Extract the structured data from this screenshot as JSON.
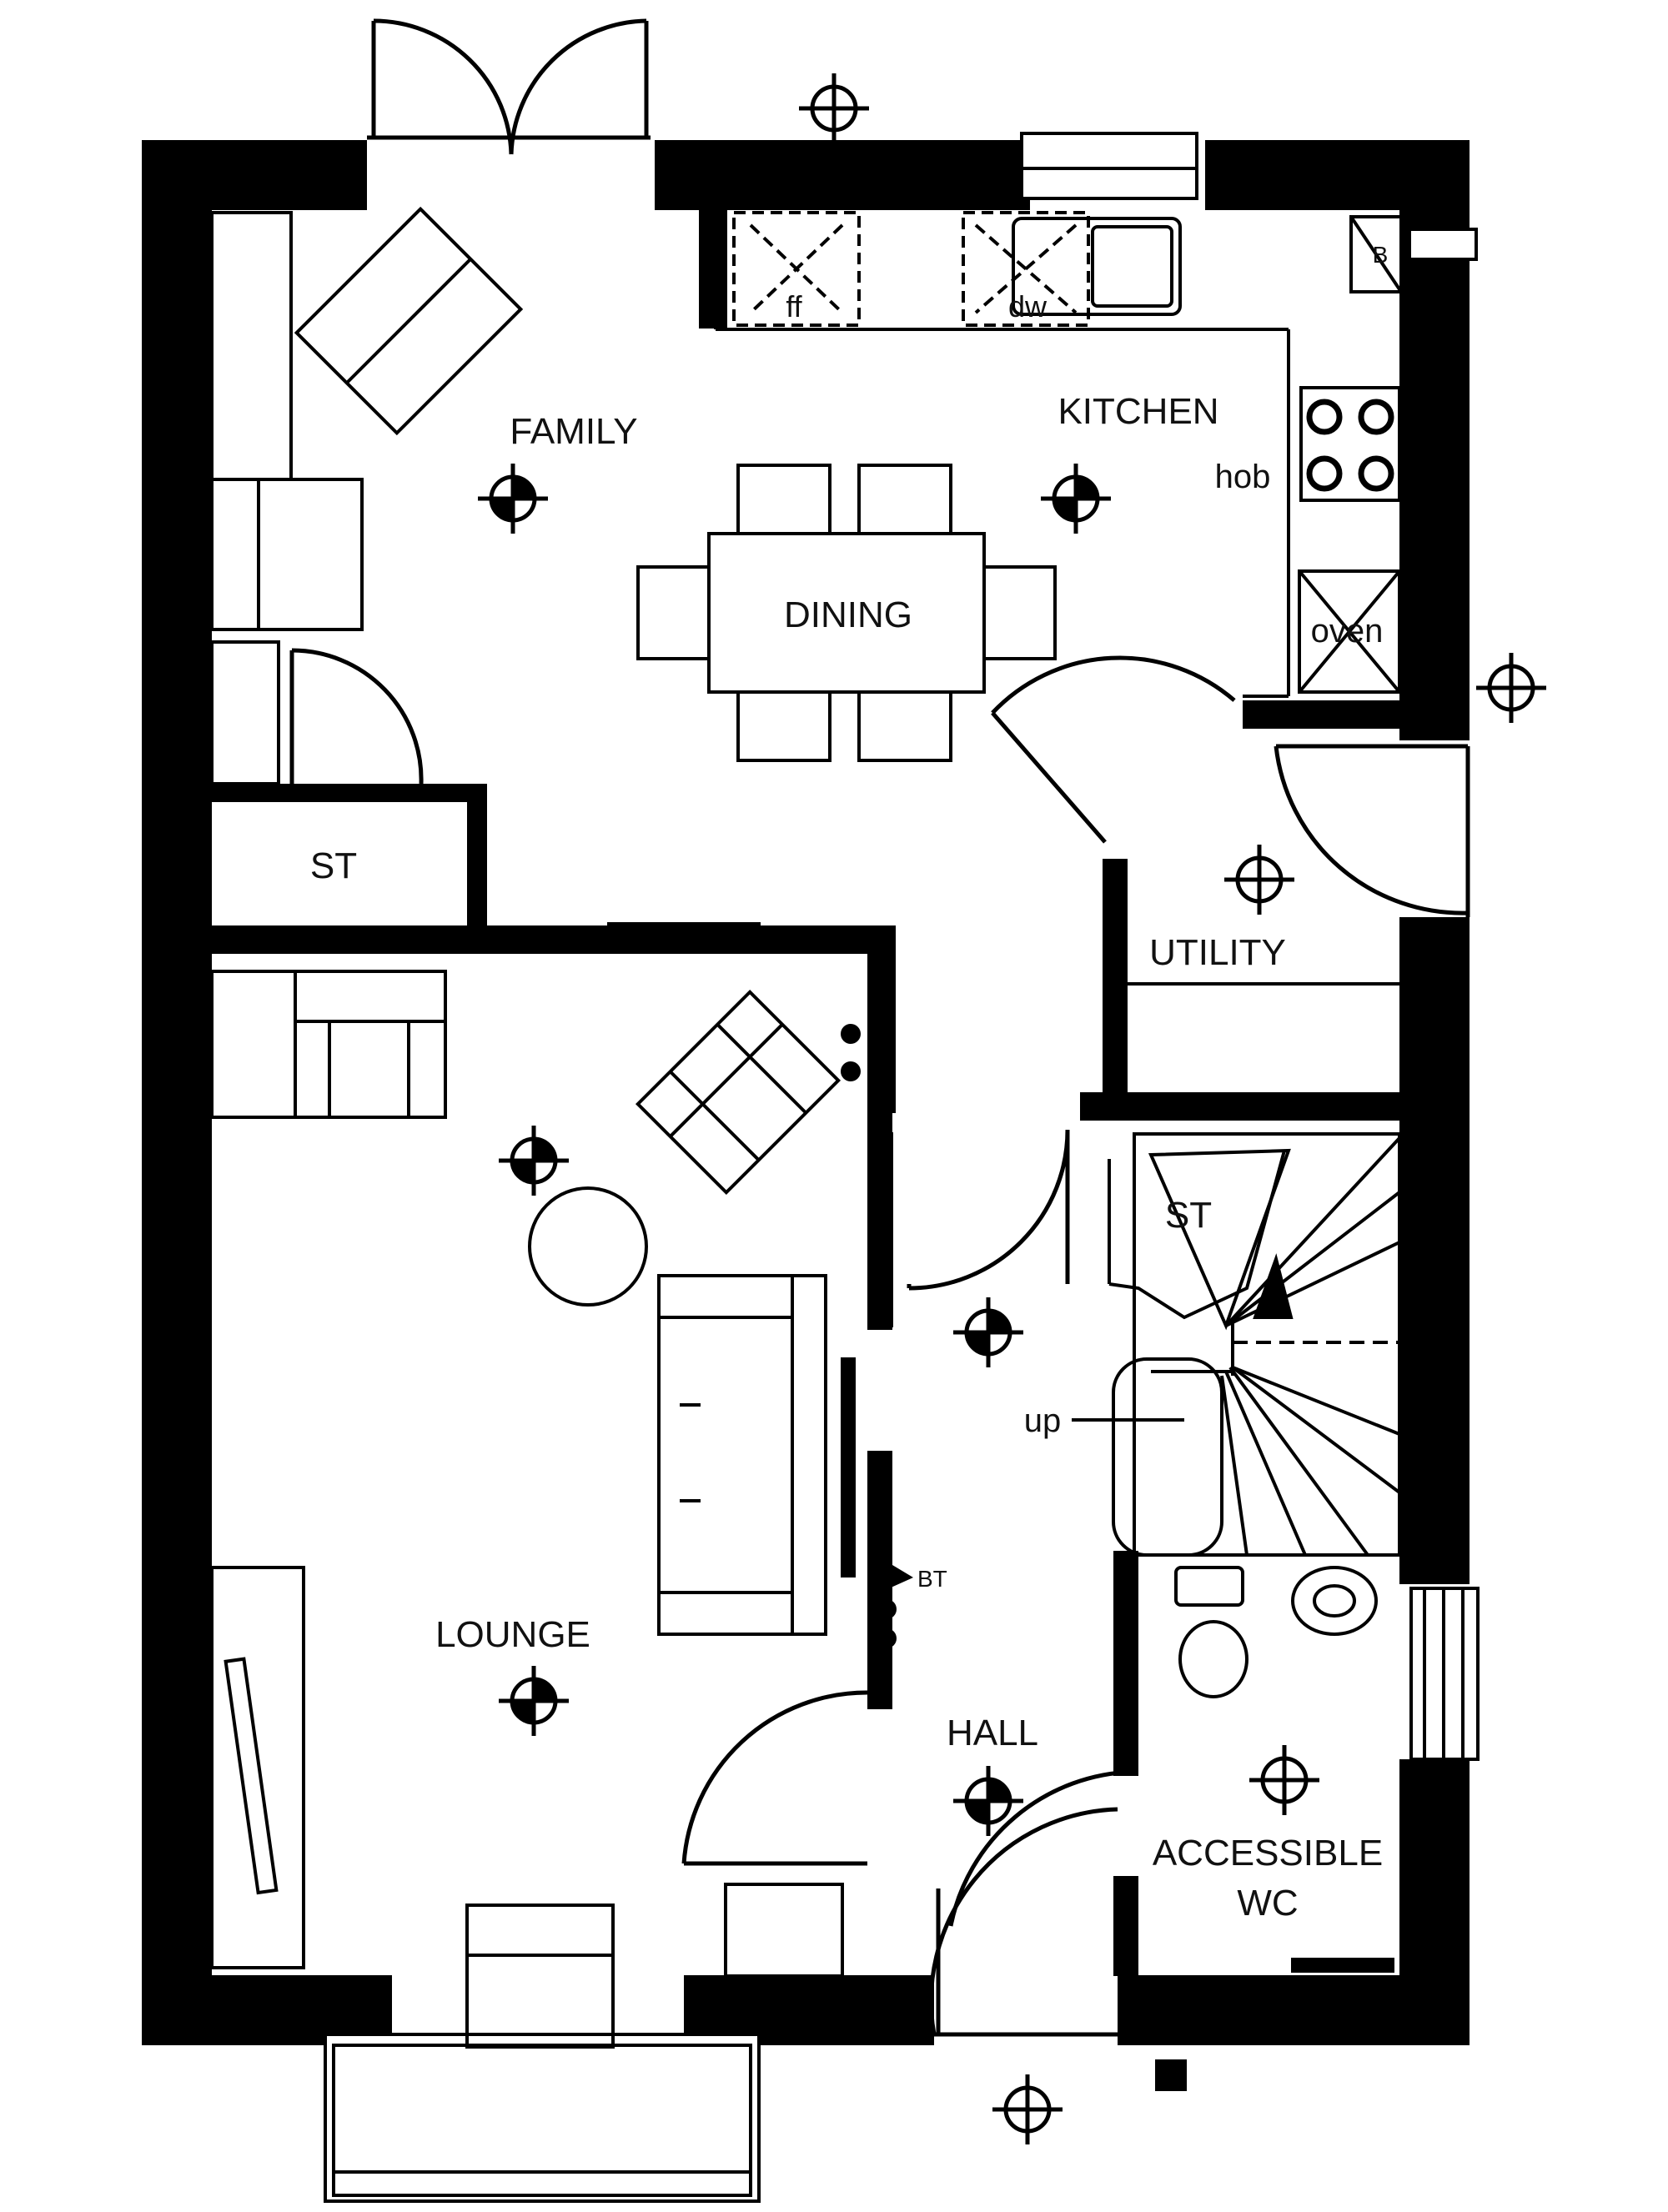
{
  "rooms": {
    "family": "FAMILY",
    "kitchen": "KITCHEN",
    "dining": "DINING",
    "utility": "UTILITY",
    "store_left": "ST",
    "store_stairs": "ST",
    "lounge": "LOUNGE",
    "hall": "HALL",
    "wc_line1": "ACCESSIBLE",
    "wc_line2": "WC"
  },
  "appliances": {
    "fridge_freezer": "ff",
    "dishwasher": "dw",
    "hob": "hob",
    "oven": "oven",
    "boiler": "B"
  },
  "annotations": {
    "stairs_up": "up",
    "telephone_point": "BT"
  },
  "colors": {
    "wall": "#000000",
    "line": "#000000",
    "background": "#ffffff"
  }
}
